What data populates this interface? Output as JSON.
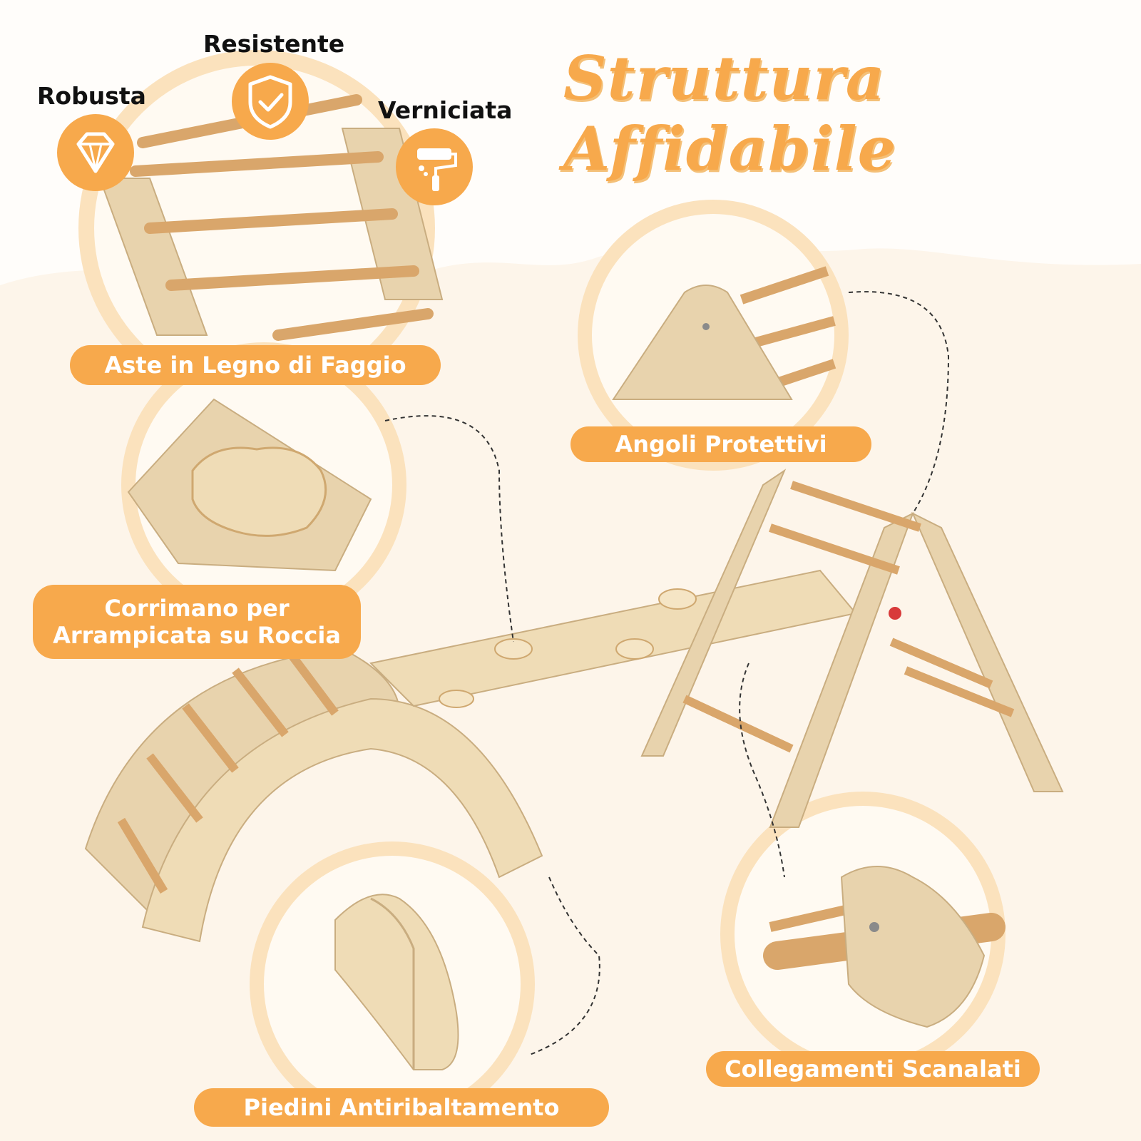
{
  "title": "Struttura Affidabile",
  "badges": {
    "robusta": "Robusta",
    "resistente": "Resistente",
    "verniciata": "Verniciata"
  },
  "features": {
    "aste": "Aste in Legno di Faggio",
    "angoli": "Angoli Protettivi",
    "corrimano_line1": "Corrimano per",
    "corrimano_line2": "Arrampicata su Roccia",
    "collegamenti": "Collegamenti Scanalati",
    "piedini": "Piedini Antiribaltamento"
  },
  "icons": [
    "diamond-icon",
    "shield-check-icon",
    "paint-roller-icon"
  ],
  "colors": {
    "accent": "#f7a94c",
    "wood_light": "#e8d3ad",
    "wood_rod": "#d9a66b",
    "background": "#fdf5ea"
  }
}
